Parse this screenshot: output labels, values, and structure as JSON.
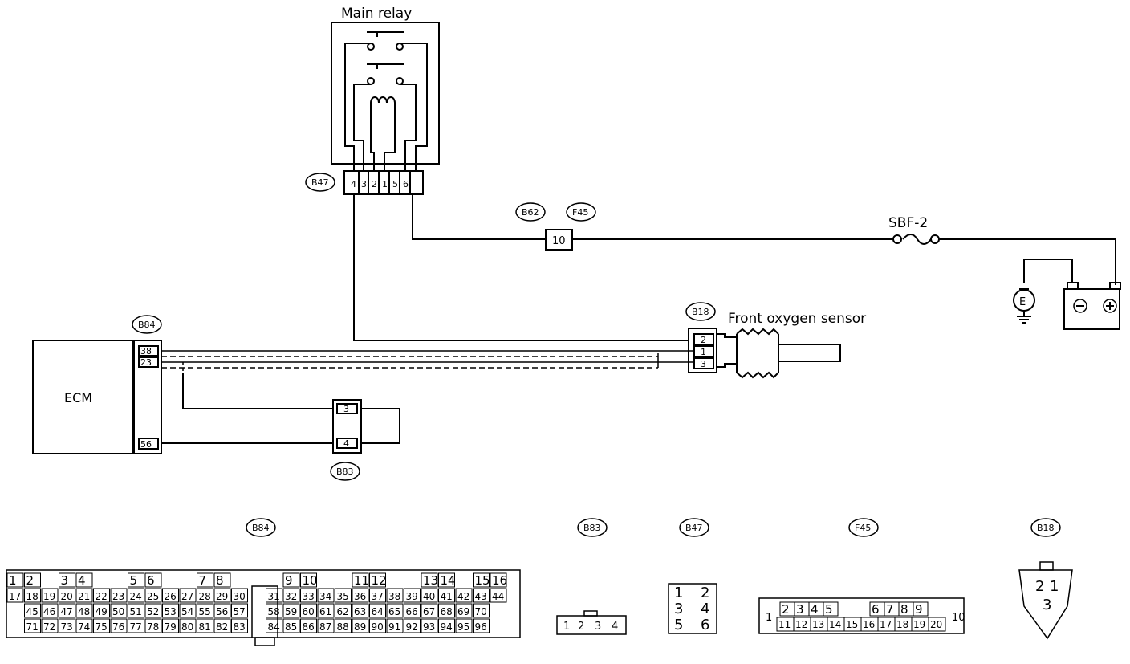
{
  "labels": {
    "main_relay": "Main relay",
    "front_o2": "Front oxygen sensor",
    "sbf": "SBF-2",
    "ecm": "ECM",
    "ground_symbol": "E",
    "battery_minus": "⊖",
    "battery_plus": "⊕"
  },
  "connectors": {
    "b47": "B47",
    "b62": "B62",
    "f45": "F45",
    "b18": "B18",
    "b84": "B84",
    "b83": "B83"
  },
  "pins": {
    "relay": [
      "4",
      "3",
      "2",
      "1",
      "5",
      "6"
    ],
    "f45_pin": "10",
    "b18": [
      "2",
      "1",
      "3"
    ],
    "b84": [
      "38",
      "23",
      "56"
    ],
    "b83": [
      "3",
      "4"
    ]
  },
  "faces": {
    "b84_row1": [
      "1",
      "2",
      "",
      "3",
      "4",
      "",
      "",
      "5",
      "6",
      "",
      "",
      "7",
      "8",
      "",
      "",
      "",
      "9",
      "10",
      "",
      "",
      "11",
      "12",
      "",
      "",
      "13",
      "14",
      "",
      "15",
      "16"
    ],
    "b84_row2": [
      "17",
      "18",
      "19",
      "20",
      "21",
      "22",
      "23",
      "24",
      "25",
      "26",
      "27",
      "28",
      "29",
      "30",
      "",
      "31",
      "32",
      "33",
      "34",
      "35",
      "36",
      "37",
      "38",
      "39",
      "40",
      "41",
      "42",
      "43",
      "44"
    ],
    "b84_row3": [
      "",
      "45",
      "46",
      "47",
      "48",
      "49",
      "50",
      "51",
      "52",
      "53",
      "54",
      "55",
      "56",
      "57",
      "",
      "58",
      "59",
      "60",
      "61",
      "62",
      "63",
      "64",
      "65",
      "66",
      "67",
      "68",
      "69",
      "70",
      ""
    ],
    "b84_row4": [
      "",
      "71",
      "72",
      "73",
      "74",
      "75",
      "76",
      "77",
      "78",
      "79",
      "80",
      "81",
      "82",
      "83",
      "",
      "84",
      "85",
      "86",
      "87",
      "88",
      "89",
      "90",
      "91",
      "92",
      "93",
      "94",
      "95",
      "96",
      ""
    ],
    "b83": [
      "1",
      "2",
      "3",
      "4"
    ],
    "b47": [
      "1",
      "2",
      "3",
      "4",
      "5",
      "6"
    ],
    "f45_top": [
      "2",
      "3",
      "4",
      "5",
      "6",
      "7",
      "8",
      "9"
    ],
    "f45_bottom": [
      "11",
      "12",
      "13",
      "14",
      "15",
      "16",
      "17",
      "18",
      "19",
      "20"
    ],
    "f45_left": "1",
    "f45_right": "10",
    "b18": [
      "2",
      "1",
      "3"
    ]
  }
}
